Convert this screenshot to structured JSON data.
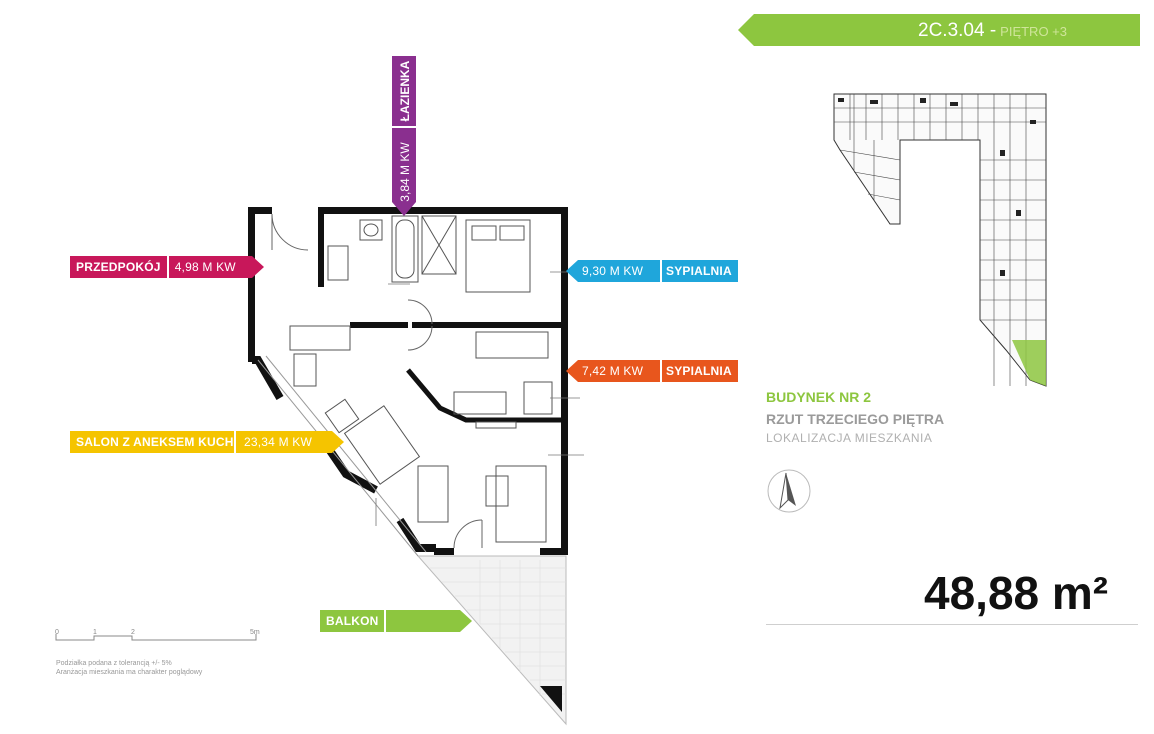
{
  "header": {
    "unit_code": "2C.3.04 -",
    "floor": "PIĘTRO +3",
    "color": "#8dc63f"
  },
  "rooms": {
    "bathroom": {
      "name": "ŁAZIENKA",
      "area": "3,84 M KW",
      "color": "#8a2f8f"
    },
    "hall": {
      "name": "PRZEDPOKÓJ",
      "area": "4,98 M KW",
      "color": "#c8175a"
    },
    "bedroom1": {
      "name": "SYPIALNIA",
      "area": "9,30 M KW",
      "color": "#1fa6db"
    },
    "bedroom2": {
      "name": "SYPIALNIA",
      "area": "7,42 M KW",
      "color": "#e8561d"
    },
    "living": {
      "name": "SALON Z ANEKSEM KUCH.",
      "area": "23,34 M KW",
      "color": "#f5c400"
    },
    "balcony": {
      "name": "BALKON",
      "color": "#8dc63f"
    }
  },
  "building": {
    "title": "BUDYNEK NR 2",
    "subtitle": "RZUT TRZECIEGO PIĘTRA",
    "location": "LOKALIZACJA MIESZKANIA"
  },
  "total_area": "48,88 m²",
  "scale": {
    "ticks": [
      "0",
      "1",
      "2",
      "5m"
    ]
  },
  "notes": {
    "line1": "Podziałka podana z tolerancją +/- 5%",
    "line2": "Aranżacja mieszkania ma charakter poglądowy"
  },
  "icons": {
    "compass": "north-arrow-icon"
  }
}
